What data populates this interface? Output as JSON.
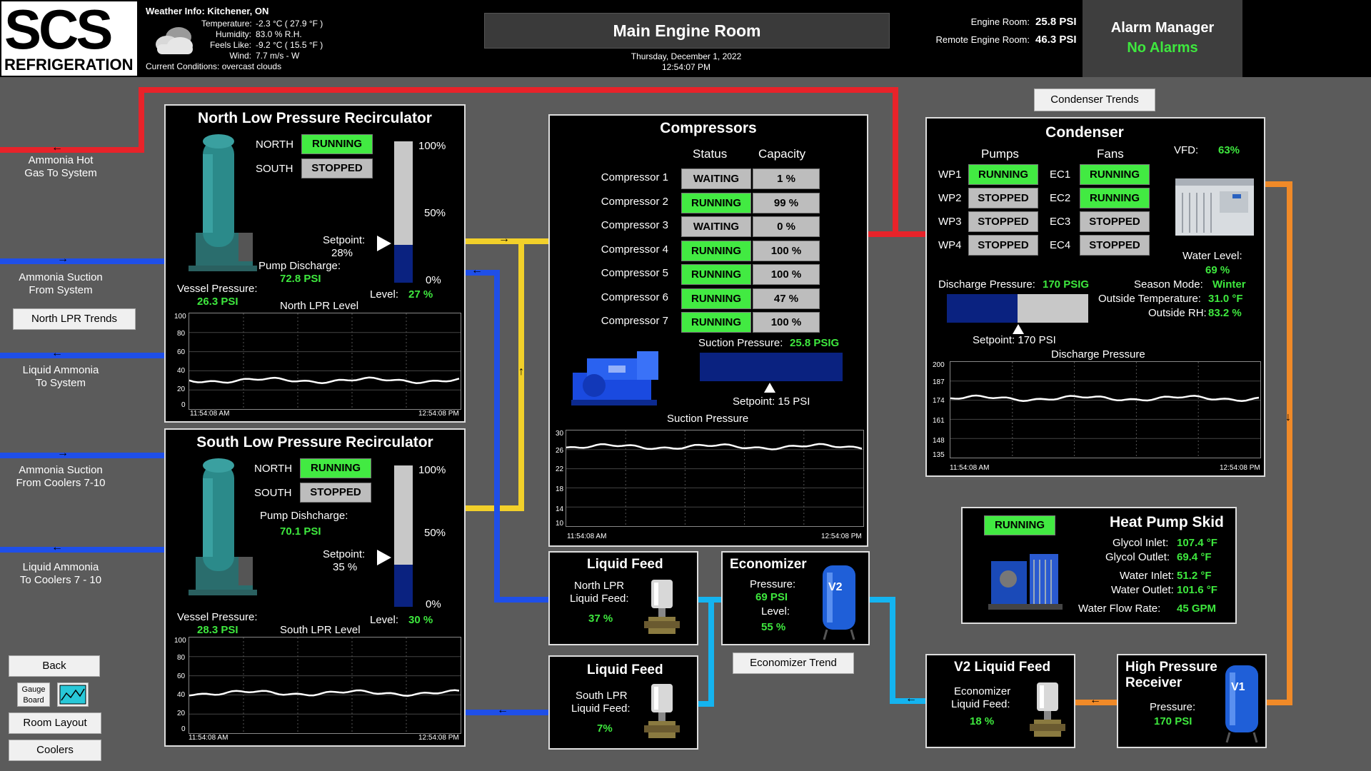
{
  "logo": {
    "top": "SCS",
    "bottom": "REFRIGERATION"
  },
  "weather": {
    "title": "Weather Info: Kitchener, ON",
    "rows": [
      {
        "label": "Temperature:",
        "value": "-2.3 °C ( 27.9 °F )"
      },
      {
        "label": "Humidity:",
        "value": "83.0 % R.H."
      },
      {
        "label": "Feels Like:",
        "value": "-9.2 °C ( 15.5 °F )"
      },
      {
        "label": "Wind:",
        "value": "7.7 m/s - W"
      }
    ],
    "conditions": "Current Conditions: overcast clouds"
  },
  "header": {
    "title": "Main Engine Room",
    "date": "Thursday, December 1, 2022",
    "time": "12:54:07 PM"
  },
  "pressures": {
    "engine_label": "Engine Room:",
    "engine_value": "25.8 PSI",
    "remote_label": "Remote Engine Room:",
    "remote_value": "46.3 PSI"
  },
  "alarm": {
    "title": "Alarm Manager",
    "status": "No Alarms"
  },
  "side": {
    "hot_gas": [
      "Ammonia Hot",
      "Gas To System"
    ],
    "suction": [
      "Ammonia Suction",
      "From System"
    ],
    "liquid": [
      "Liquid Ammonia",
      "To System"
    ],
    "suction_coolers": [
      "Ammonia Suction",
      "From Coolers 7-10"
    ],
    "liquid_coolers": [
      "Liquid Ammonia",
      "To Coolers 7 - 10"
    ]
  },
  "buttons": {
    "north_trends": "North LPR Trends",
    "condenser_trends": "Condenser Trends",
    "economizer_trend": "Economizer Trend",
    "back": "Back",
    "gauge_board": [
      "Gauge",
      "Board"
    ],
    "room_layout": "Room Layout",
    "coolers": "Coolers"
  },
  "north_lpr": {
    "title": "North Low Pressure Recirculator",
    "north_label": "NORTH",
    "north_status": "RUNNING",
    "south_label": "SOUTH",
    "south_status": "STOPPED",
    "setpoint_label": "Setpoint:",
    "setpoint_value": "28%",
    "pump_label": "Pump Discharge:",
    "pump_value": "72.8 PSI",
    "vessel_label": "Vessel Pressure:",
    "vessel_value": "26.3 PSI",
    "level_label": "Level:",
    "level_value": "27 %",
    "level_fraction": 0.27,
    "scale": [
      "100%",
      "50%",
      "0%"
    ],
    "trend_title": "North LPR Level",
    "trend_y": [
      "100",
      "80",
      "60",
      "40",
      "20",
      "0"
    ],
    "trend_start": "11:54:08 AM",
    "trend_end": "12:54:08 PM"
  },
  "south_lpr": {
    "title": "South Low Pressure Recirculator",
    "north_label": "NORTH",
    "north_status": "RUNNING",
    "south_label": "SOUTH",
    "south_status": "STOPPED",
    "setpoint_label": "Setpoint:",
    "setpoint_value": "35 %",
    "pump_label": "Pump Dishcharge:",
    "pump_value": "70.1 PSI",
    "vessel_label": "Vessel Pressure:",
    "vessel_value": "28.3 PSI",
    "level_label": "Level:",
    "level_value": "30 %",
    "level_fraction": 0.3,
    "scale": [
      "100%",
      "50%",
      "0%"
    ],
    "trend_title": "South LPR Level",
    "trend_y": [
      "100",
      "80",
      "60",
      "40",
      "20",
      "0"
    ],
    "trend_start": "11:54:08 AM",
    "trend_end": "12:54:08 PM"
  },
  "compressors": {
    "title": "Compressors",
    "status_header": "Status",
    "capacity_header": "Capacity",
    "rows": [
      {
        "name": "Compressor 1",
        "status": "WAITING",
        "capacity": "1 %"
      },
      {
        "name": "Compressor 2",
        "status": "RUNNING",
        "capacity": "99 %"
      },
      {
        "name": "Compressor 3",
        "status": "WAITING",
        "capacity": "0 %"
      },
      {
        "name": "Compressor 4",
        "status": "RUNNING",
        "capacity": "100 %"
      },
      {
        "name": "Compressor 5",
        "status": "RUNNING",
        "capacity": "100 %"
      },
      {
        "name": "Compressor 6",
        "status": "RUNNING",
        "capacity": "47 %"
      },
      {
        "name": "Compressor 7",
        "status": "RUNNING",
        "capacity": "100 %"
      }
    ],
    "suction_label": "Suction Pressure:",
    "suction_value": "25.8  PSIG",
    "setpoint_label": "Setpoint: 15 PSI",
    "trend_title": "Suction Pressure",
    "trend_y": [
      "30",
      "26",
      "22",
      "18",
      "14",
      "10"
    ],
    "trend_start": "11:54:08 AM",
    "trend_end": "12:54:08 PM"
  },
  "condenser": {
    "title": "Condenser",
    "pumps_header": "Pumps",
    "fans_header": "Fans",
    "vfd_label": "VFD:",
    "vfd_value": "63%",
    "pumps": [
      {
        "name": "WP1",
        "status": "RUNNING"
      },
      {
        "name": "WP2",
        "status": "STOPPED"
      },
      {
        "name": "WP3",
        "status": "STOPPED"
      },
      {
        "name": "WP4",
        "status": "STOPPED"
      }
    ],
    "fans": [
      {
        "name": "EC1",
        "status": "RUNNING"
      },
      {
        "name": "EC2",
        "status": "RUNNING"
      },
      {
        "name": "EC3",
        "status": "STOPPED"
      },
      {
        "name": "EC4",
        "status": "STOPPED"
      }
    ],
    "water_level_label": "Water Level:",
    "water_level_value": "69 %",
    "discharge_label": "Discharge Pressure:",
    "discharge_value": "170 PSIG",
    "season_label": "Season Mode:",
    "season_value": "Winter",
    "outside_temp_label": "Outside Temperature:",
    "outside_temp_value": "31.0 °F",
    "outside_rh_label": "Outside RH:",
    "outside_rh_value": "83.2 %",
    "setpoint_label": "Setpoint: 170 PSI",
    "trend_title": "Discharge Pressure",
    "trend_y": [
      "200",
      "187",
      "174",
      "161",
      "148",
      "135"
    ],
    "trend_start": "11:54:08 AM",
    "trend_end": "12:54:08 PM"
  },
  "heat_pump": {
    "title": "Heat Pump Skid",
    "status": "RUNNING",
    "glycol_inlet_label": "Glycol Inlet:",
    "glycol_inlet_value": "107.4 °F",
    "glycol_outlet_label": "Glycol Outlet:",
    "glycol_outlet_value": "69.4 °F",
    "water_inlet_label": "Water Inlet:",
    "water_inlet_value": "51.2 °F",
    "water_outlet_label": "Water Outlet:",
    "water_outlet_value": "101.6 °F",
    "flow_label": "Water Flow Rate:",
    "flow_value": "45 GPM"
  },
  "liquid_feed_north": {
    "title": "Liquid Feed",
    "label1": "North LPR",
    "label2": "Liquid Feed:",
    "value": "37 %"
  },
  "liquid_feed_south": {
    "title": "Liquid Feed",
    "label1": "South LPR",
    "label2": "Liquid Feed:",
    "value": "7%"
  },
  "economizer": {
    "title": "Economizer",
    "pressure_label": "Pressure:",
    "pressure_value": "69 PSI",
    "level_label": "Level:",
    "level_value": "55 %",
    "tank": "V2"
  },
  "v2_feed": {
    "title": "V2 Liquid Feed",
    "label1": "Economizer",
    "label2": "Liquid Feed:",
    "value": "18 %"
  },
  "hp_receiver": {
    "title1": "High Pressure",
    "title2": "Receiver",
    "pressure_label": "Pressure:",
    "pressure_value": "170 PSI",
    "tank": "V1"
  },
  "colors": {
    "hot_gas": "#e8232a",
    "suction": "#1f4fe8",
    "yellow": "#f2d02a",
    "cyan": "#14b4f0",
    "orange": "#f08a28",
    "running": "#42ea42"
  }
}
